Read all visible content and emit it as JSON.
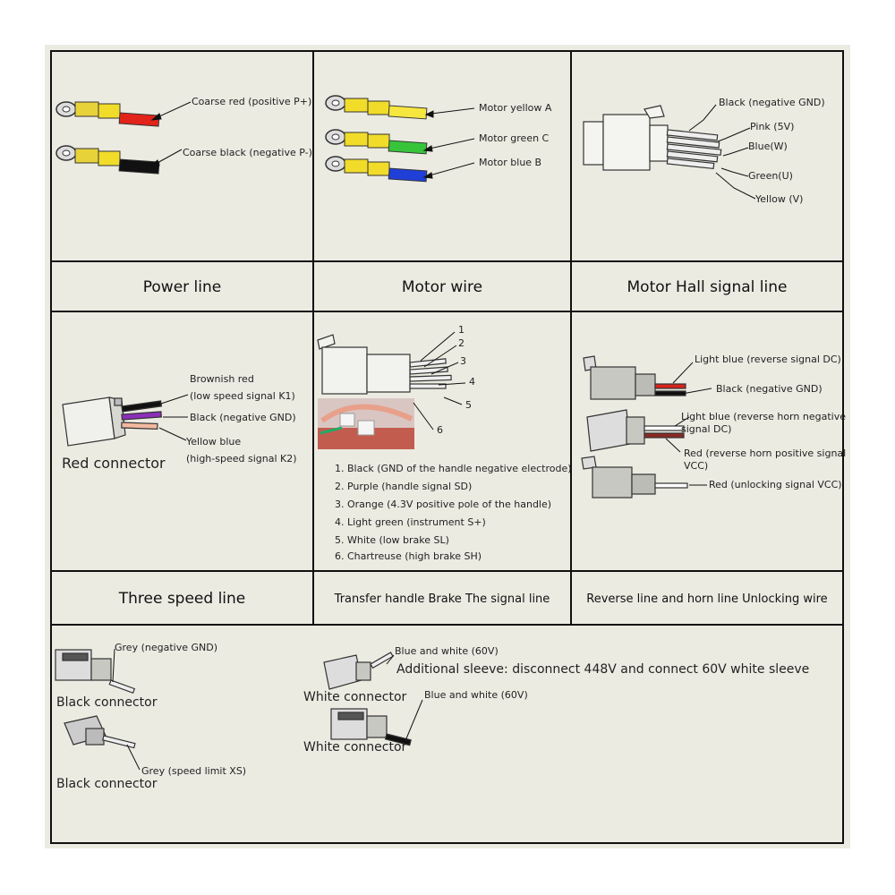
{
  "titles": {
    "power": "Power line",
    "motor": "Motor wire",
    "hall": "Motor Hall signal line",
    "speed": "Three speed line",
    "handle": "Transfer handle    Brake    The signal line",
    "reverse": "Reverse line and horn line  Unlocking wire"
  },
  "power": {
    "red": "Coarse red (positive P+)",
    "black": "Coarse black (negative P-)"
  },
  "motor": {
    "yellow": "Motor yellow A",
    "green": "Motor green C",
    "blue": "Motor blue B"
  },
  "hall": {
    "black": "Black (negative GND)",
    "pink": "Pink (5V)",
    "blue": "Blue(W)",
    "green": "Green(U)",
    "yellow": "Yellow (V)"
  },
  "speed": {
    "brownish": "Brownish red",
    "k1": "(low speed signal K1)",
    "black": "Black (negative GND)",
    "yellow_blue": "Yellow blue",
    "k2": "(high-speed signal K2)",
    "connector": "Red connector"
  },
  "handle": {
    "pins": [
      "1",
      "2",
      "3",
      "4",
      "5",
      "6"
    ],
    "legend": [
      "1. Black (GND of the handle negative electrode)",
      "2. Purple (handle signal SD)",
      "3. Orange (4.3V positive pole of the handle)",
      "4. Light green (instrument S+)",
      "5. White (low brake SL)",
      "6. Chartreuse (high brake SH)"
    ]
  },
  "reverse": {
    "light_blue": "Light blue (reverse signal DC)",
    "black": "Black (negative GND)",
    "horn_neg_1": "Light blue (reverse horn negative",
    "horn_neg_2": "signal DC)",
    "horn_pos_1": "Red (reverse horn positive signal",
    "horn_pos_2": "VCC)",
    "unlock": "Red (unlocking signal VCC)"
  },
  "bottom": {
    "grey_gnd": "Grey (negative GND)",
    "grey_speed": "Grey (speed limit XS)",
    "black_connector": "Black connector",
    "blue_white": "Blue and white (60V)",
    "sleeve": "Additional sleeve: disconnect 448V and connect 60V white sleeve",
    "white_connector": "White connector"
  },
  "colors": {
    "background": "#ecebe2",
    "wire_red": "#e2231a",
    "wire_yellow": "#f2dc2a",
    "wire_green": "#37c43a",
    "wire_blue": "#1f3fd6",
    "wire_purple": "#8a2fb8"
  }
}
